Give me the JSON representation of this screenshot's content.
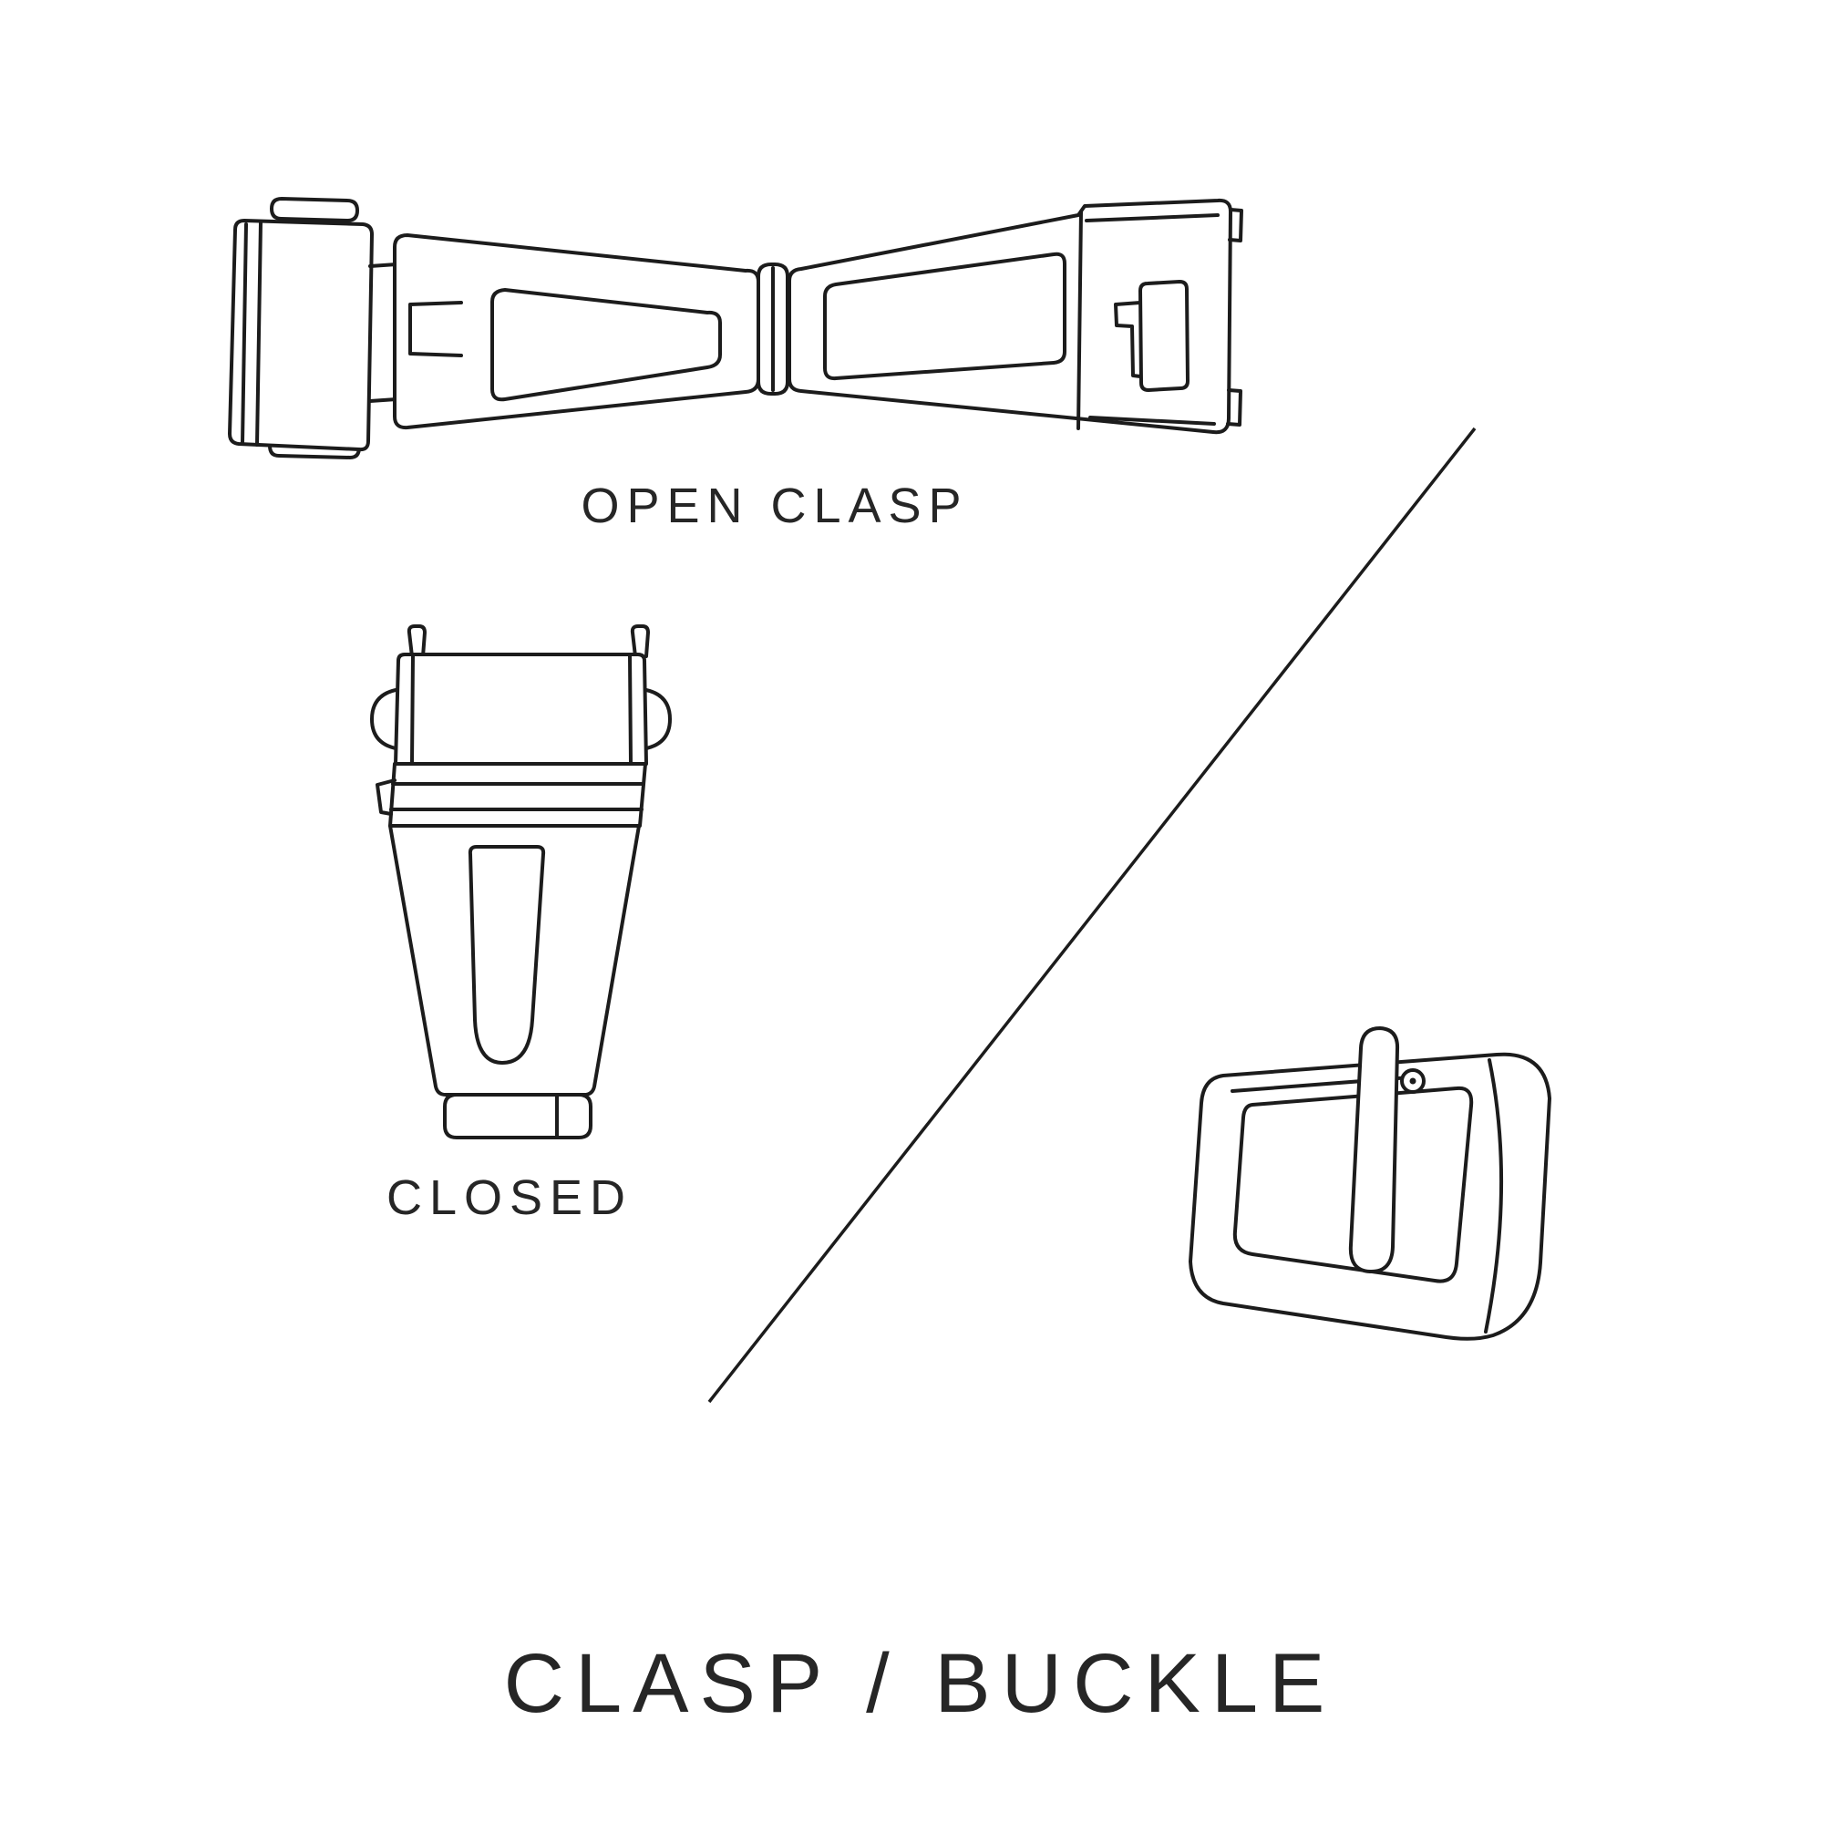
{
  "page": {
    "background_color": "#ffffff",
    "ink_color": "#1c1c1c"
  },
  "diagram": {
    "title": "CLASP / BUCKLE",
    "labels": {
      "open_clasp": "OPEN CLASP",
      "closed": "CLOSED"
    },
    "illustrations": [
      "open-clasp",
      "closed-clasp",
      "tang-buckle"
    ],
    "divider": "diagonal-line"
  }
}
